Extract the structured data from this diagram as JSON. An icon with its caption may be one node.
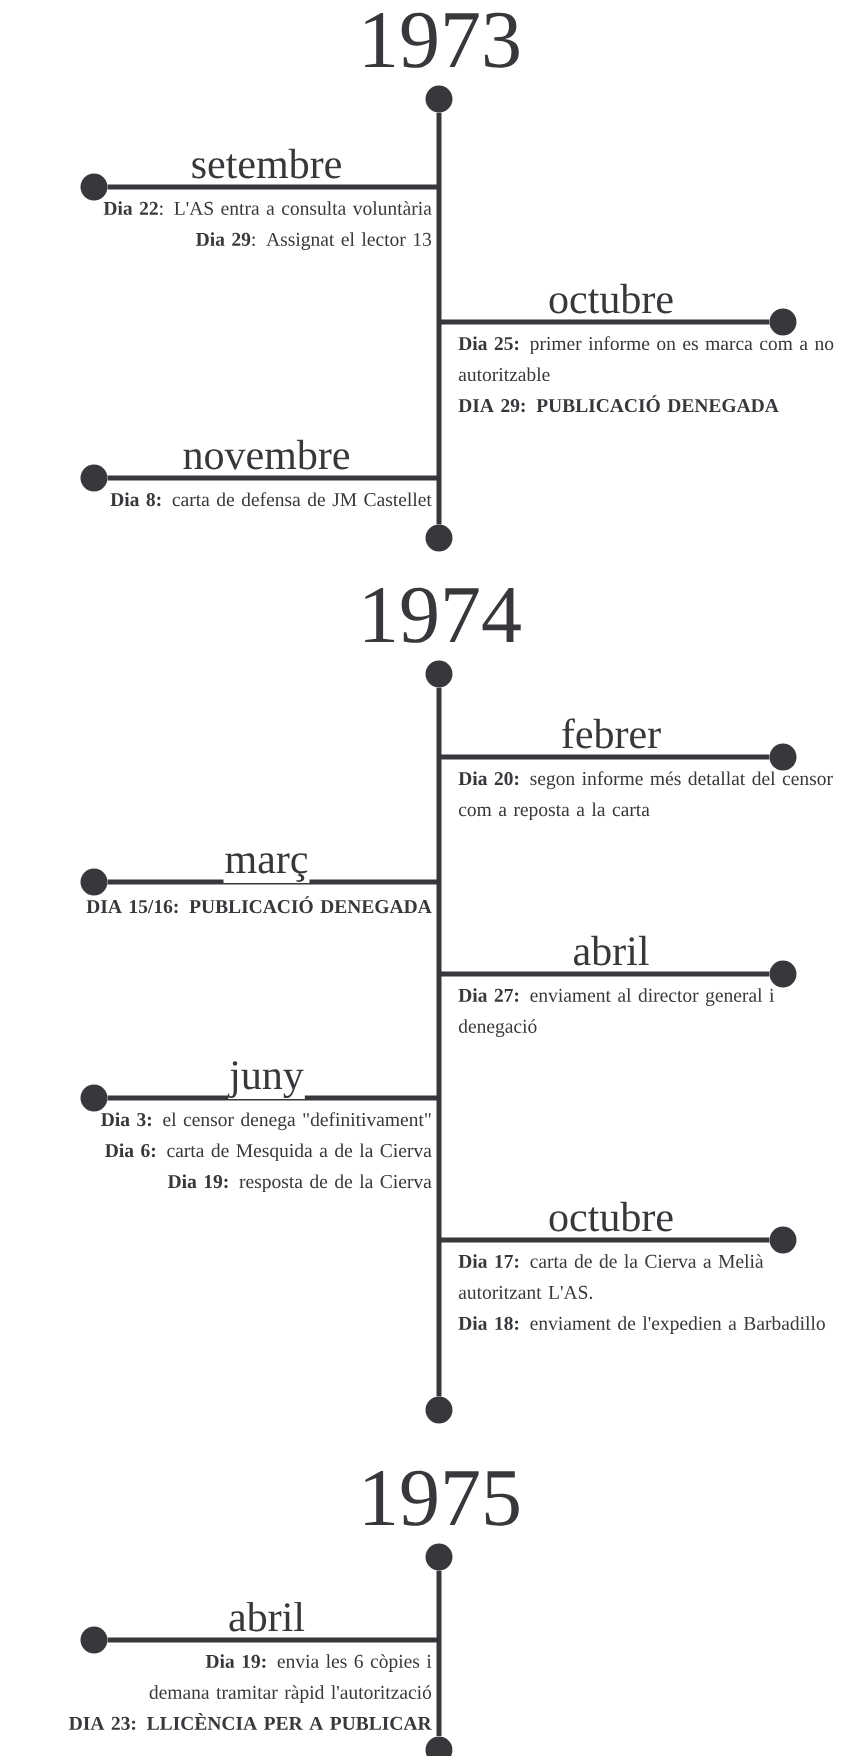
{
  "diagram": {
    "nodes": [
      {
        "text": [],
        "shape": "circle",
        "beside": [
          "1973"
        ]
      },
      {
        "text": [],
        "shape": "circle",
        "beside": [
          "**Dia 22**: L'AS entra a consulta voluntària",
          "**Dia 29**: Assignat el lector 13"
        ]
      },
      {
        "text": [],
        "shape": "circle",
        "beside": [
          "**Dia 25:** primer informe on es marca com a no autoritzable",
          "**DIA 29: PUBLICACIÓ DENEGADA**"
        ]
      },
      {
        "text": [],
        "shape": "circle",
        "beside": [
          "**Dia 8:** carta de defensa de JM Castellet"
        ]
      },
      {
        "text": [],
        "shape": "circle"
      },
      {
        "text": [],
        "shape": "circle",
        "beside": [
          "1974"
        ]
      },
      {
        "text": [],
        "shape": "circle",
        "beside": [
          "**Dia 20:** segon informe més detallat del censor com a reposta a la carta"
        ]
      },
      {
        "text": [],
        "shape": "circle",
        "beside": [
          "**DIA 15/16: PUBLICACIÓ DENEGADA**"
        ]
      },
      {
        "text": [],
        "shape": "circle",
        "beside": [
          "**Dia 27:** enviament al director general i denegació"
        ]
      },
      {
        "text": [],
        "shape": "circle",
        "beside": [
          "**Dia 3:** el censor denega \"definitivament\"",
          "**Dia 6:** carta de Mesquida a de la Cierva",
          "**Dia 19:** resposta de de la Cierva"
        ]
      },
      {
        "text": [],
        "shape": "circle",
        "beside": [
          "**Dia 17:** carta de de la Cierva a Melià autoritzant L'AS.",
          "**Dia 18:** enviament de l'expedien a Barbadillo"
        ]
      },
      {
        "text": [],
        "shape": "circle"
      },
      {
        "text": [],
        "shape": "circle",
        "beside": [
          "1975"
        ]
      },
      {
        "text": [],
        "shape": "circle",
        "beside": [
          "**Dia 19:** envia les 6 còpies i demana tramitar ràpid l'autorització",
          "**DIA 23: LLICÈNCIA PER A PUBLICAR**"
        ]
      },
      {
        "text": [],
        "shape": "circle"
      }
    ],
    "edges": [
      {
        "from": 0,
        "to": 4,
        "arrow": "none"
      },
      {
        "from": null,
        "to": 1,
        "arrow": "none",
        "label": "setembre"
      },
      {
        "from": null,
        "to": 2,
        "arrow": "none",
        "label": "octubre"
      },
      {
        "from": null,
        "to": 3,
        "arrow": "none",
        "label": "novembre"
      },
      {
        "from": 5,
        "to": 11,
        "arrow": "none"
      },
      {
        "from": null,
        "to": 6,
        "arrow": "none",
        "label": "febrer"
      },
      {
        "from": null,
        "to": 7,
        "arrow": "none",
        "label": "març"
      },
      {
        "from": null,
        "to": 8,
        "arrow": "none",
        "label": "abril"
      },
      {
        "from": null,
        "to": 9,
        "arrow": "none",
        "label": "juny"
      },
      {
        "from": null,
        "to": 10,
        "arrow": "none",
        "label": "octubre"
      },
      {
        "from": 12,
        "to": 14,
        "arrow": "none"
      },
      {
        "from": null,
        "to": 13,
        "arrow": "none",
        "label": "abril"
      }
    ]
  }
}
